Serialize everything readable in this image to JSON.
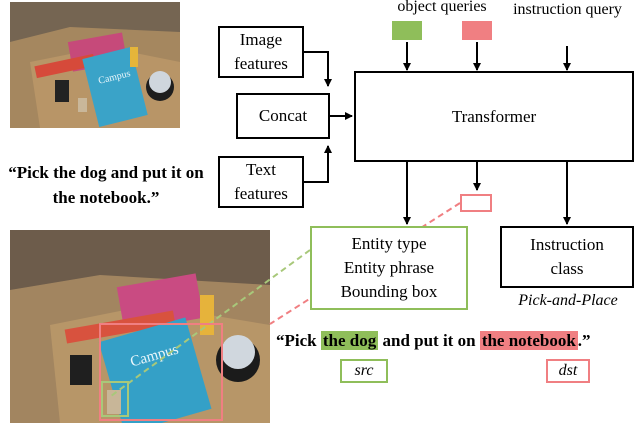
{
  "blocks": {
    "image_features": "Image features",
    "text_features": "Text features",
    "concat": "Concat",
    "transformer": "Transformer",
    "entity_output": [
      "Entity type",
      "Entity phrase",
      "Bounding box"
    ],
    "instruction_class": "Instruction class"
  },
  "labels": {
    "object_queries": "object queries",
    "instruction_query": "instruction query",
    "pick_and_place": "Pick-and-Place"
  },
  "instruction_top": "“Pick the dog and put it on the notebook.”",
  "instruction_bottom": {
    "prefix": "“Pick ",
    "src_phrase": "the dog",
    "middle": " and put it on ",
    "dst_phrase": "the notebook",
    "suffix": ".”"
  },
  "tags": {
    "src": "src",
    "dst": "dst"
  },
  "photo_text": {
    "campus": "Campus"
  },
  "colors": {
    "src_green": "#8fbe5a",
    "dst_red": "#f07f82",
    "entity_box_border": "#8fbe5a",
    "dashed_red": "#f07f82",
    "dashed_green": "#a8c87a"
  }
}
